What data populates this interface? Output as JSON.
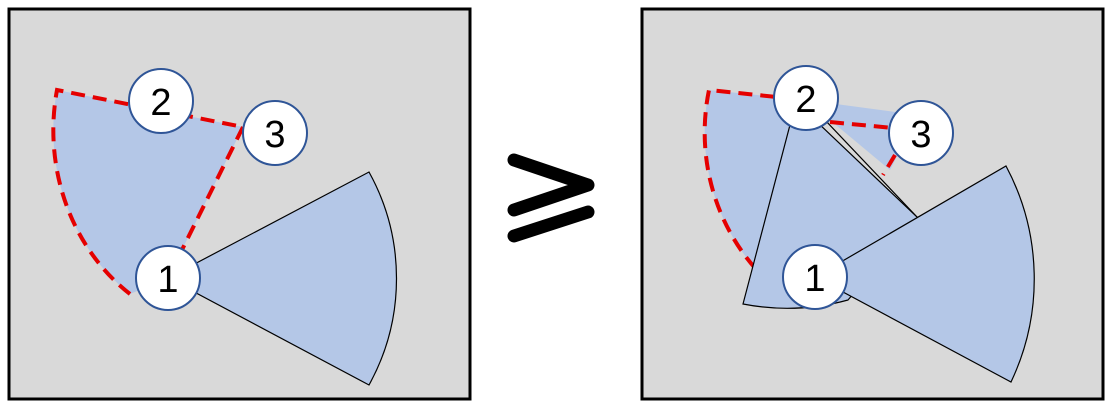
{
  "colors": {
    "panel_fill": "#d9d9d9",
    "panel_border": "#000000",
    "sector_fill": "#b4c7e7",
    "sector_edge": "#000000",
    "dashed_boundary": "#e50000",
    "node_fill": "#ffffff",
    "node_stroke": "#2f5597"
  },
  "left_panel": {
    "nodes": [
      {
        "label": "1"
      },
      {
        "label": "2"
      },
      {
        "label": "3"
      }
    ]
  },
  "relation": {
    "symbol": "≥"
  },
  "right_panel": {
    "nodes": [
      {
        "label": "1"
      },
      {
        "label": "2"
      },
      {
        "label": "3"
      }
    ]
  }
}
